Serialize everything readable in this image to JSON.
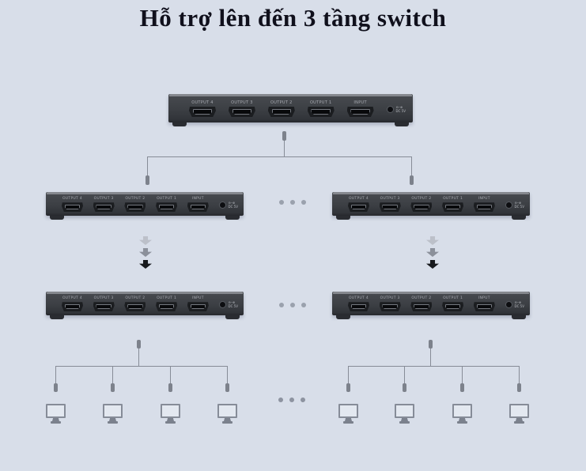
{
  "title": "Hỗ trợ lên đến 3 tầng switch",
  "switch_device": {
    "port_labels": [
      "OUTPUT 4",
      "OUTPUT 3",
      "OUTPUT 2",
      "OUTPUT 1",
      "INPUT"
    ],
    "power_polarity": "⊖–⊕",
    "power_label": "DC 5V"
  },
  "tiers": {
    "tier1_switch_count": 1,
    "tier2_switch_count": 2,
    "tier3_switch_count": 2,
    "monitors_per_tier3_switch": 4
  },
  "colors": {
    "background": "#d8dee9",
    "title": "#10101c",
    "line": "#878c97",
    "plug": "#7d828c",
    "device_body": "#3c3f44",
    "device_top": "#85888e",
    "device_bottom": "#26282c",
    "port_label": "#a8abb2",
    "arrow_light": "#bcc0c9",
    "arrow_mid": "#8b909a",
    "arrow_dark": "#17191d",
    "dots": "#9aa1ad",
    "monitor": "#868c98",
    "monitor_dark": "#7b818d"
  }
}
